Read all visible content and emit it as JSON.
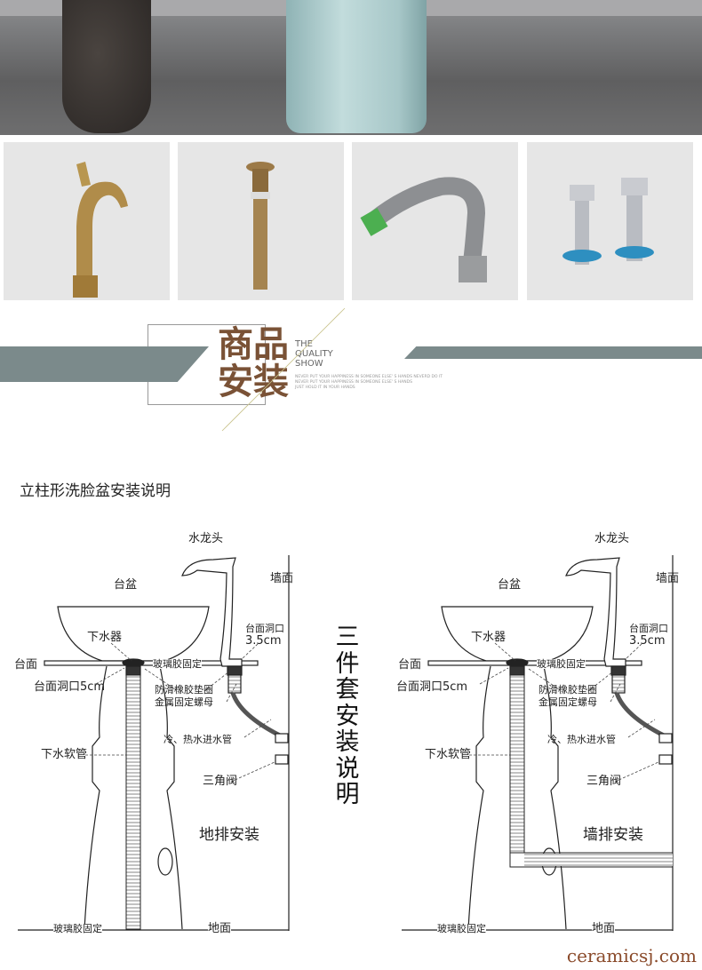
{
  "banner": {
    "title_line1": "商品",
    "title_line2": "安装",
    "eng_line1": "THE",
    "eng_line2": "QUALITY",
    "eng_line3": "SHOW",
    "slogan": [
      "NEVER PUT YOUR HAPPINESS IN SOMEONE ELSE' S HANDS NEVERD DO IT",
      "NEVER PUT YOUR HAPPINESS IN SOMEONE ELSE' S HANDS",
      "JUST HOLD IT IN YOUR HANDS"
    ]
  },
  "products": [
    {
      "icon": "brass-faucet"
    },
    {
      "icon": "brass-drain"
    },
    {
      "icon": "drain-hose"
    },
    {
      "icon": "angle-valves"
    }
  ],
  "section_title": "立柱形洗脸盆安装说明",
  "vertical_title": [
    "三",
    "件",
    "套",
    "安",
    "装",
    "说",
    "明"
  ],
  "diagram_labels": {
    "faucet": "水龙头",
    "wall": "墙面",
    "basin": "台盆",
    "hole_faucet": "台面洞口",
    "hole_faucet_size": "3.5cm",
    "drain": "下水器",
    "counter": "台面",
    "glue": "玻璃胶固定",
    "hole_drain": "台面洞口5cm",
    "gasket": "防滑橡胶垫圈",
    "nut": "金属固定螺母",
    "supply": "冷、热水进水管",
    "drain_hose": "下水软管",
    "angle_valve": "三角阀",
    "floor": "地面",
    "glue_bottom": "玻璃胶固定"
  },
  "diagrams": [
    {
      "caption": "地排安装"
    },
    {
      "caption": "墙排安装"
    }
  ],
  "watermark": "ceramicsj.com",
  "colors": {
    "brand_brown": "#7a5236",
    "banner_gray": "#7b8a8b",
    "watermark": "#8a4a2a"
  }
}
